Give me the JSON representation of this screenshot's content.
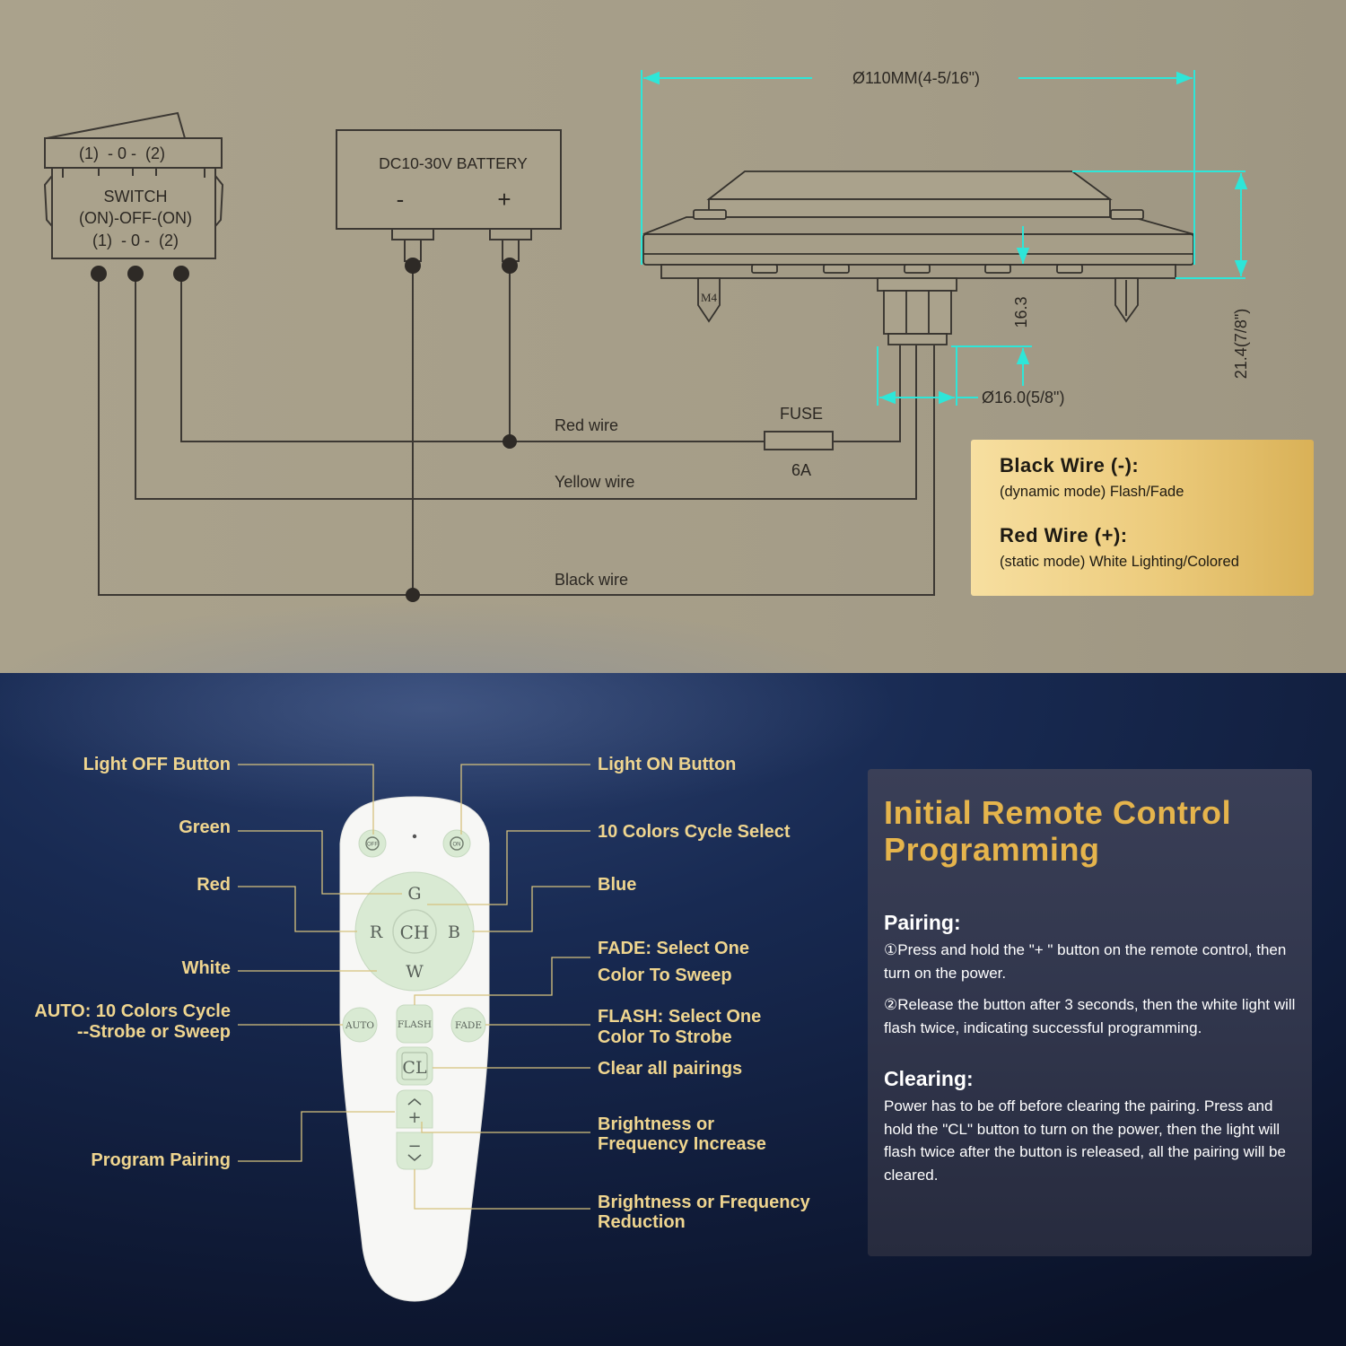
{
  "wiring": {
    "switch": {
      "top_label": "(1)  - 0 -  (2)",
      "title": "SWITCH",
      "type": "(ON)-OFF-(ON)",
      "bottom_label": "(1)  - 0 -  (2)"
    },
    "battery": {
      "label": "DC10-30V BATTERY",
      "minus": "-",
      "plus": "+"
    },
    "wires": {
      "red": "Red wire",
      "yellow": "Yellow wire",
      "black": "Black wire"
    },
    "fuse": {
      "label": "FUSE",
      "rating": "6A"
    },
    "colors": {
      "wire": "#3c3833",
      "dimension": "#2ee6d8",
      "background": "#a69e89"
    }
  },
  "dimensions": {
    "diameter": "Ø110MM(4-5/16\")",
    "stud_diameter": "Ø16.0(5/8\")",
    "stud_length": "16.3",
    "height": "21.4(7/8\")",
    "screw": "M4"
  },
  "wire_modes": {
    "black_title": "Black Wire (-):",
    "black_desc": "(dynamic mode) Flash/Fade",
    "red_title": "Red Wire (+):",
    "red_desc": "(static mode) White Lighting/Colored"
  },
  "remote": {
    "buttons": {
      "off": "OFF",
      "on": "ON",
      "green": "G",
      "red": "R",
      "channel": "CH",
      "blue": "B",
      "white": "W",
      "auto": "AUTO",
      "flash": "FLASH",
      "fade": "FADE",
      "clear": "CL",
      "plus": "+",
      "minus": "−"
    },
    "labels": {
      "light_off": "Light OFF Button",
      "green": "Green",
      "red": "Red",
      "white": "White",
      "auto_1": "AUTO: 10 Colors Cycle",
      "auto_2": "--Strobe or Sweep",
      "program_pairing": "Program Pairing",
      "light_on": "Light ON Button",
      "cycle_select": "10 Colors Cycle Select",
      "blue": "Blue",
      "fade_1": "FADE: Select One",
      "fade_2": "Color To Sweep",
      "flash_1": "FLASH: Select One",
      "flash_2": "Color To Strobe",
      "clear": "Clear all pairings",
      "increase_1": "Brightness or",
      "increase_2": "Frequency Increase",
      "reduction_1": "Brightness or Frequency",
      "reduction_2": "Reduction"
    },
    "colors": {
      "label": "#efd58f",
      "leader": "#d6c27e",
      "button": "#d9ead3",
      "body": "#f7f7f5"
    }
  },
  "programming": {
    "title_1": "Initial Remote Control",
    "title_2": "Programming",
    "pairing_title": "Pairing:",
    "pairing_step1": "①Press and hold the \"+ \" button on the remote control, then turn on the power.",
    "pairing_step2": "②Release the button after 3 seconds, then the white light will flash twice, indicating successful programming.",
    "clearing_title": "Clearing:",
    "clearing_text": "Power has to be off before clearing the pairing. Press and hold the \"CL\" button to turn on the power, then the light will flash twice after the button is released, all the pairing will be cleared."
  }
}
